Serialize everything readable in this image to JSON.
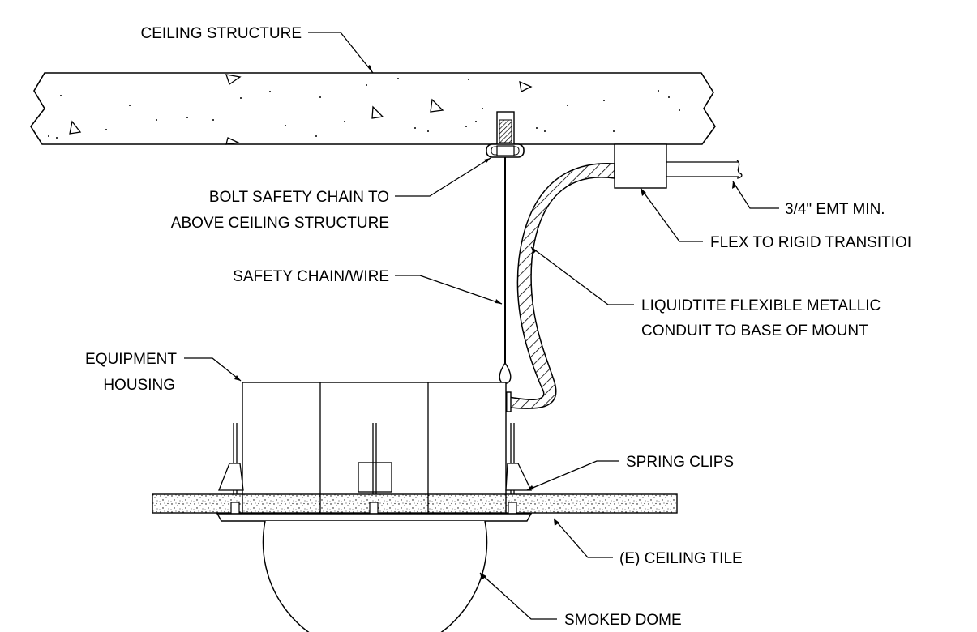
{
  "labels": {
    "ceiling_structure": "CEILING STRUCTURE",
    "bolt_line1": "BOLT SAFETY CHAIN TO",
    "bolt_line2": "ABOVE CEILING STRUCTURE",
    "emt": "3/4\" EMT MIN.",
    "flex_transition": "FLEX TO RIGID TRANSITIOI",
    "safety_chain": "SAFETY CHAIN/WIRE",
    "liquidtite_line1": "LIQUIDTITE FLEXIBLE METALLIC",
    "liquidtite_line2": "CONDUIT TO BASE OF MOUNT",
    "equipment_line1": "EQUIPMENT",
    "equipment_line2": "HOUSING",
    "spring_clips": "SPRING CLIPS",
    "ceiling_tile": "(E) CEILING TILE",
    "smoked_dome": "SMOKED DOME"
  }
}
